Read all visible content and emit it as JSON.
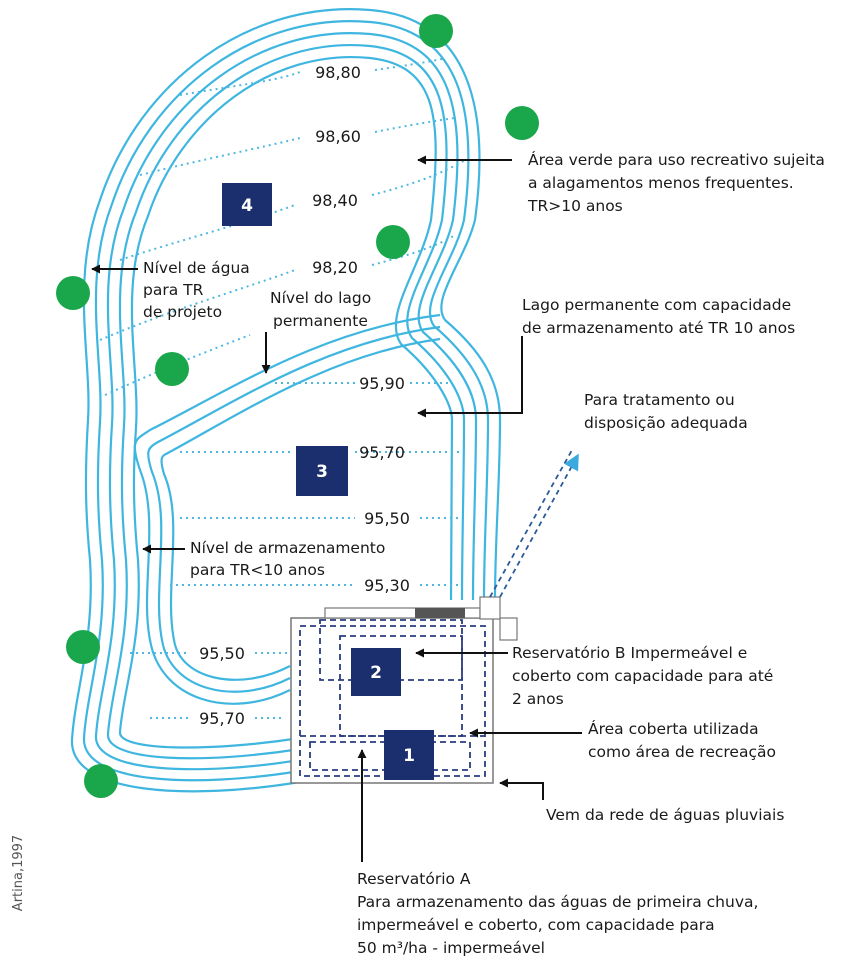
{
  "colors": {
    "water_line": "#3fb6e0",
    "contour_dotted": "#4fb8e0",
    "tree": "#1aa64a",
    "zone_box": "#1b2f6e",
    "structure_dashed": "#2a3d80",
    "arrow": "#111111",
    "outflow_arrow": "#39a9e0"
  },
  "icons": {
    "tree": "green-circle",
    "zone_marker": "navy-square"
  },
  "zones": [
    {
      "number": "4"
    },
    {
      "number": "3"
    },
    {
      "number": "2"
    },
    {
      "number": "1"
    }
  ],
  "levels": {
    "l98_80": "98,80",
    "l98_60": "98,60",
    "l98_40": "98,40",
    "l98_20": "98,20",
    "l95_90": "95,90",
    "l95_70_upper": "95,70",
    "l95_50_upper": "95,50",
    "l95_30": "95,30",
    "l95_50_lower": "95,50",
    "l95_70_lower": "95,70"
  },
  "labels": {
    "area_verde": [
      "Área verde para uso recreativo sujeita",
      "a alagamentos menos frequentes.",
      "TR>10 anos"
    ],
    "nivel_agua": [
      "Nível de água",
      "para TR",
      "de projeto"
    ],
    "nivel_lago": [
      "Nível do lago",
      "permanente"
    ],
    "lago_permanente": [
      "Lago permanente com capacidade",
      "de armazenamento até TR 10 anos"
    ],
    "tratamento": [
      "Para tratamento ou",
      "disposição adequada"
    ],
    "nivel_armazenamento": [
      "Nível de armazenamento",
      "para TR<10 anos"
    ],
    "reservatorio_b": [
      "Reservatório B Impermeável e",
      "coberto com capacidade para até",
      "2 anos"
    ],
    "area_coberta": [
      "Área coberta utilizada",
      "como área de recreação"
    ],
    "rede_pluvial": "Vem da rede de águas pluviais",
    "reservatorio_a": [
      "Reservatório A",
      "Para armazenamento das águas de primeira chuva,",
      "impermeável e coberto, com capacidade para",
      "50 m³/ha - impermeável"
    ]
  },
  "credit": "Artina,1997"
}
